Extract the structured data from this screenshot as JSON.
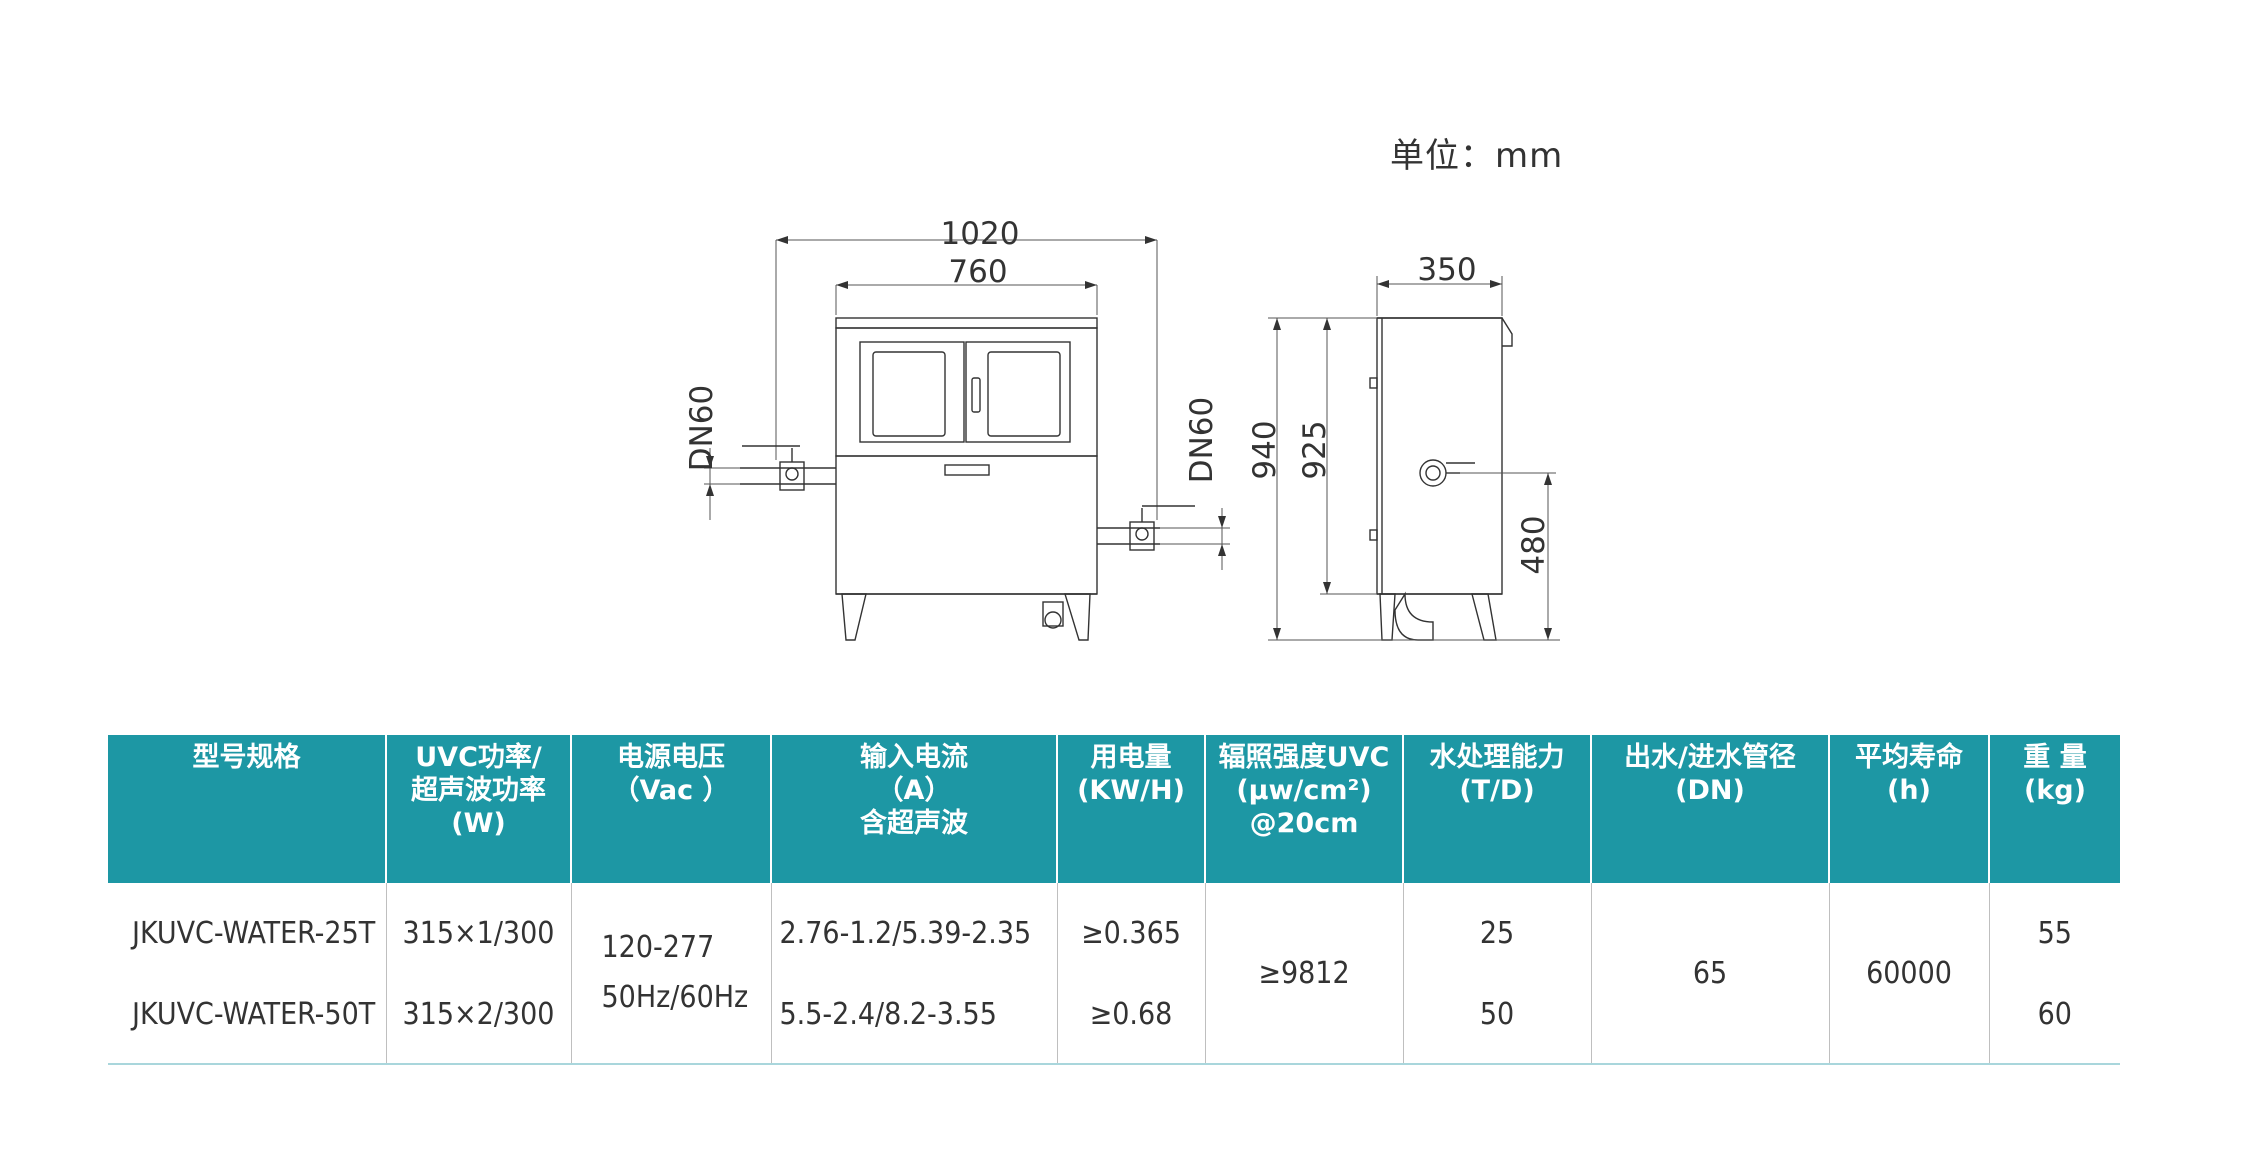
{
  "unit_label": "单位：mm",
  "drawing": {
    "front_width_overall": "1020",
    "front_width_body": "760",
    "inlet_label": "DN60",
    "outlet_label": "DN60",
    "side_depth": "350",
    "side_height_overall": "940",
    "side_height_body": "925",
    "outlet_height": "480"
  },
  "table": {
    "headers": [
      "型号规格",
      "UVC功率/\n超声波功率\n(W)",
      "电源电压\n（Vac ）",
      "输入电流\n（A）\n含超声波",
      "用电量\n(KW/H)",
      "辐照强度UVC\n(μw/cm²)\n@20cm",
      "水处理能力\n(T/D)",
      "出水/进水管径\n(DN)",
      "平均寿命\n(h)",
      "重  量\n(kg)"
    ],
    "models": [
      "JKUVC-WATER-25T",
      "JKUVC-WATER-50T"
    ],
    "power": [
      "315×1/300",
      "315×2/300"
    ],
    "voltage": [
      "120-277",
      "50Hz/60Hz"
    ],
    "current": [
      "2.76-1.2/5.39-2.35",
      "5.5-2.4/8.2-3.55"
    ],
    "consumption": [
      "≥0.365",
      "≥0.68"
    ],
    "irradiance": "≥9812",
    "capacity": [
      "25",
      "50"
    ],
    "pipe": "65",
    "lifetime": "60000",
    "weight": [
      "55",
      "60"
    ]
  }
}
